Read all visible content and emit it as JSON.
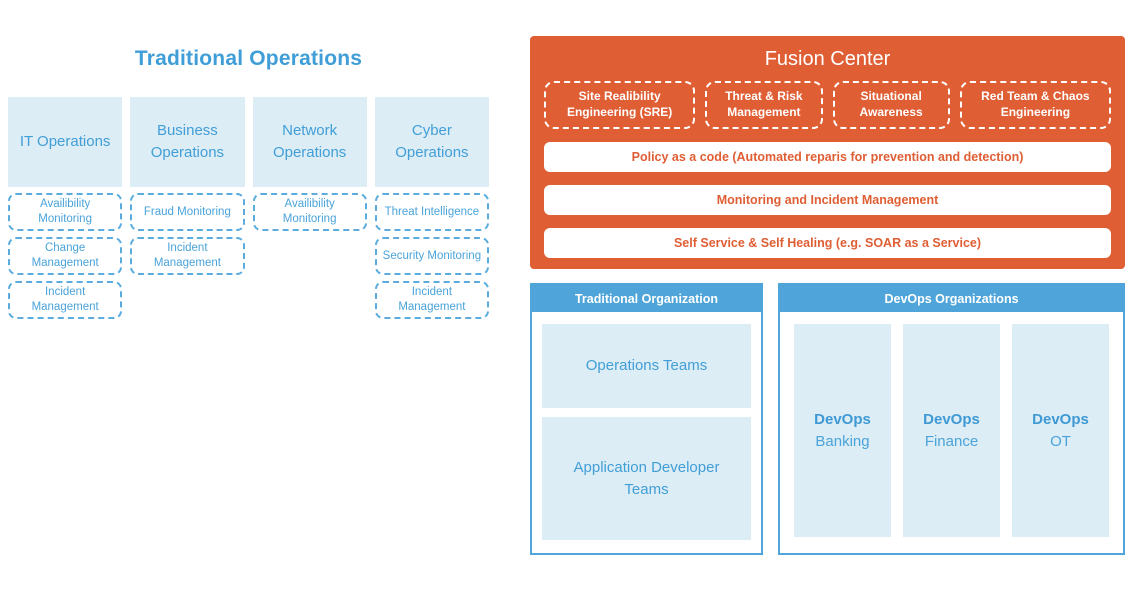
{
  "palette": {
    "orange": "#DF5E34",
    "blue_accent": "#4FA5D9",
    "blue_text": "#419ED7",
    "light_blue_fill": "#DCEDF5"
  },
  "traditional_operations": {
    "title": "Traditional Operations",
    "columns": [
      {
        "name": "IT Operations",
        "items": [
          "Availibility Monitoring",
          "Change Management",
          "Incident Management"
        ]
      },
      {
        "name": "Business Operations",
        "items": [
          "Fraud Monitoring",
          "Incident Management"
        ]
      },
      {
        "name": "Network Operations",
        "items": [
          "Availibility Monitoring"
        ]
      },
      {
        "name": "Cyber Operations",
        "items": [
          "Threat Intelligence",
          "Security Monitoring",
          "Incident Management"
        ]
      }
    ]
  },
  "fusion_center": {
    "title": "Fusion Center",
    "capabilities": [
      "Site Realibility Engineering (SRE)",
      "Threat & Risk Management",
      "Situational Awareness",
      "Red Team & Chaos Engineering"
    ],
    "services": [
      "Policy as a code (Automated reparis for prevention and detection)",
      "Monitoring and Incident Management",
      "Self Service & Self Healing (e.g. SOAR as a Service)"
    ]
  },
  "traditional_organization": {
    "title": "Traditional Organization",
    "teams": [
      "Operations Teams",
      "Application Developer Teams"
    ]
  },
  "devops_organizations": {
    "title": "DevOps Organizations",
    "teams": [
      {
        "line1": "DevOps",
        "line2": "Banking"
      },
      {
        "line1": "DevOps",
        "line2": "Finance"
      },
      {
        "line1": "DevOps",
        "line2": "OT"
      }
    ]
  }
}
